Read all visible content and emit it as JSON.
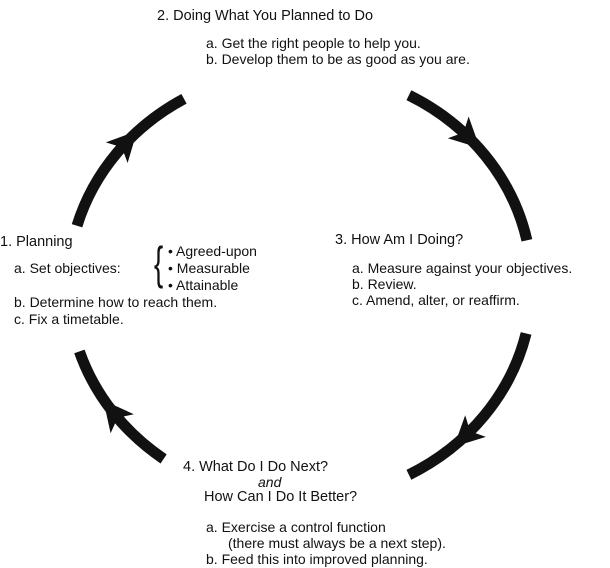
{
  "stages": {
    "doing": {
      "title": "2.  Doing What You Planned to Do",
      "items": [
        "a.  Get the right people to help you.",
        "b.  Develop them to be as good as you are."
      ]
    },
    "checking": {
      "title": "3.  How Am I Doing?",
      "items": [
        "a. Measure against your objectives.",
        "b. Review.",
        "c. Amend, alter, or reaffirm."
      ]
    },
    "next": {
      "title": "4.  What Do I Do Next?",
      "connector": "and",
      "title2": "How Can I Do It Better?",
      "items": [
        "a.  Exercise a control function",
        "(there must always be a next step).",
        "b.  Feed this into improved planning."
      ]
    },
    "planning": {
      "title": "1.  Planning",
      "objectives_label": "a.  Set objectives:",
      "objectives": [
        "• Agreed-upon",
        "• Measurable",
        "• Attainable"
      ],
      "items": [
        "b.  Determine how to reach them.",
        "c.  Fix a timetable."
      ]
    }
  },
  "colors": {
    "ink": "#111111",
    "background": "#ffffff"
  }
}
